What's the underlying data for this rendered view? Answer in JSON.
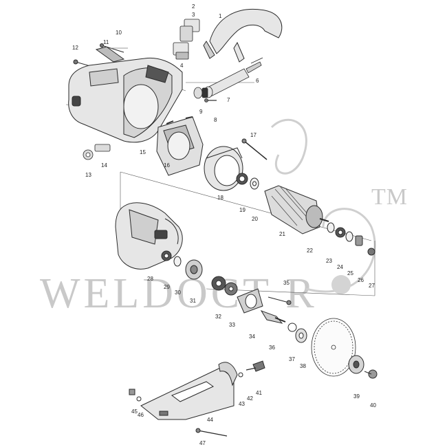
{
  "watermark": {
    "text": "WELDOCT  R",
    "trademark": "TM"
  },
  "parts": [
    {
      "id": "p1",
      "label": "1"
    },
    {
      "id": "p2",
      "label": "2"
    },
    {
      "id": "p3",
      "label": "3"
    },
    {
      "id": "p4",
      "label": "4"
    },
    {
      "id": "p6",
      "label": "6"
    },
    {
      "id": "p7",
      "label": "7"
    },
    {
      "id": "p8",
      "label": "8"
    },
    {
      "id": "p9",
      "label": "9"
    },
    {
      "id": "p10",
      "label": "10"
    },
    {
      "id": "p11",
      "label": "11"
    },
    {
      "id": "p12",
      "label": "12"
    },
    {
      "id": "p13",
      "label": "13"
    },
    {
      "id": "p14",
      "label": "14"
    },
    {
      "id": "p15",
      "label": "15"
    },
    {
      "id": "p16",
      "label": "16"
    },
    {
      "id": "p17",
      "label": "17"
    },
    {
      "id": "p18",
      "label": "18"
    },
    {
      "id": "p19",
      "label": "19"
    },
    {
      "id": "p20",
      "label": "20"
    },
    {
      "id": "p21",
      "label": "21"
    },
    {
      "id": "p22",
      "label": "22"
    },
    {
      "id": "p23",
      "label": "23"
    },
    {
      "id": "p24",
      "label": "24"
    },
    {
      "id": "p25",
      "label": "25"
    },
    {
      "id": "p26",
      "label": "26"
    },
    {
      "id": "p27",
      "label": "27"
    },
    {
      "id": "p28",
      "label": "28"
    },
    {
      "id": "p29",
      "label": "29"
    },
    {
      "id": "p30",
      "label": "30"
    },
    {
      "id": "p31",
      "label": "31"
    },
    {
      "id": "p32",
      "label": "32"
    },
    {
      "id": "p33",
      "label": "33"
    },
    {
      "id": "p34",
      "label": "34"
    },
    {
      "id": "p35",
      "label": "35"
    },
    {
      "id": "p36",
      "label": "36"
    },
    {
      "id": "p37",
      "label": "37"
    },
    {
      "id": "p38",
      "label": "38"
    },
    {
      "id": "p39",
      "label": "39"
    },
    {
      "id": "p40",
      "label": "40"
    },
    {
      "id": "p41",
      "label": "41"
    },
    {
      "id": "p42",
      "label": "42"
    },
    {
      "id": "p43",
      "label": "43"
    },
    {
      "id": "p44",
      "label": "44"
    },
    {
      "id": "p45",
      "label": "45"
    },
    {
      "id": "p46",
      "label": "46"
    },
    {
      "id": "p47",
      "label": "47"
    }
  ],
  "colors": {
    "line": "#2a2a2a",
    "fill": "#e6e6e6",
    "dark": "#555555",
    "watermark": "#c9c9c9"
  }
}
